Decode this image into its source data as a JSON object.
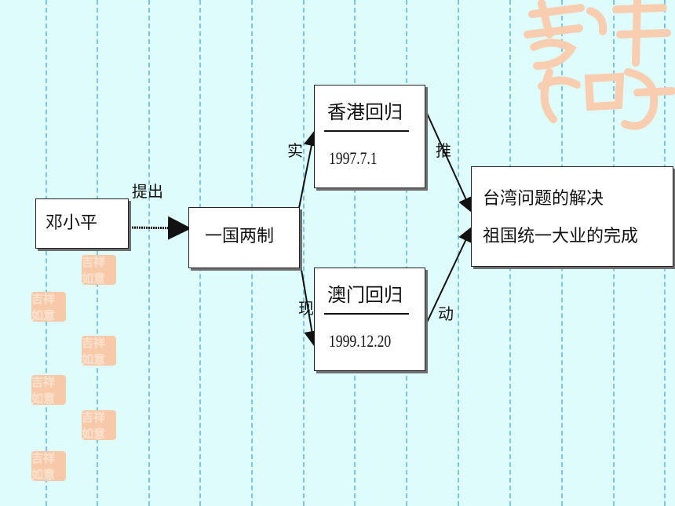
{
  "nodes": {
    "deng": "邓小平",
    "one_country": "一国两制",
    "hongkong": {
      "title": "香港回归",
      "date": "1997.7.1"
    },
    "macau": {
      "title": "澳门回归",
      "date": "1999.12.20"
    },
    "result": {
      "line1": "台湾问题的解决",
      "line2": "祖国统一大业的完成"
    }
  },
  "edge_labels": {
    "propose": "提出",
    "shi": "实",
    "xian": "现",
    "tui": "推",
    "dong": "动"
  },
  "decoration": {
    "logo_text": "吉祥如意",
    "colors": {
      "background": "#dffcfc",
      "grid": "#7cc6ee",
      "seal": "#f7c9a9"
    }
  }
}
